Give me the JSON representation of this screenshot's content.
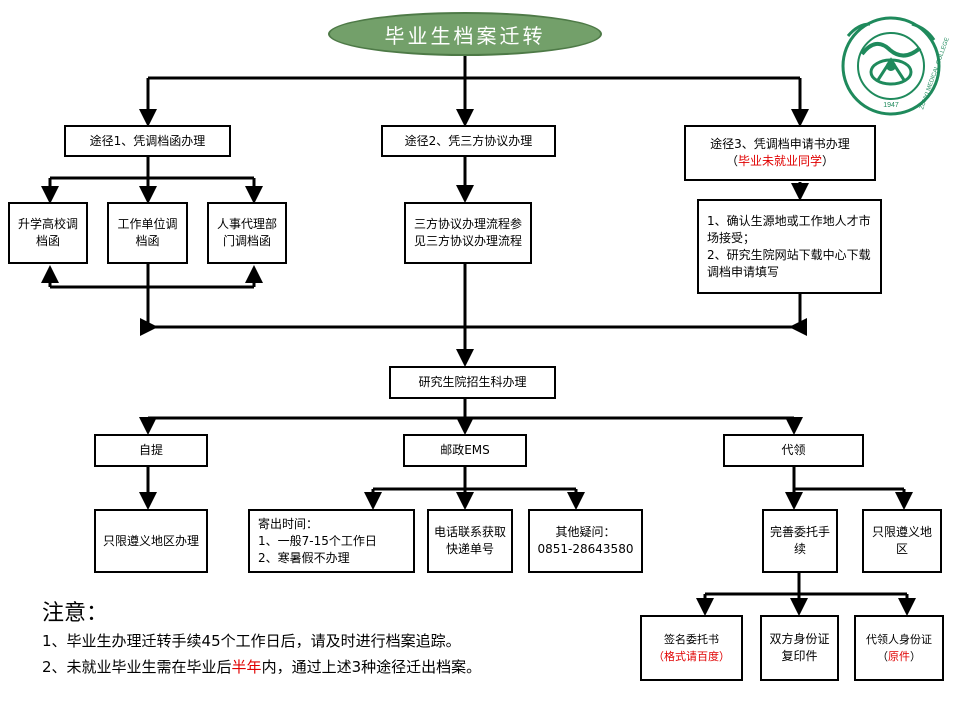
{
  "title": "毕业生档案迁转",
  "route1": {
    "label": "途径1、凭调档函办理",
    "options": [
      "升学高校调档函",
      "工作单位调档函",
      "人事代理部门调档函"
    ]
  },
  "route2": {
    "label": "途径2、凭三方协议办理",
    "detail": "三方协议办理流程参见三方协议办理流程"
  },
  "route3": {
    "label": "途径3、凭调档申请书办理",
    "label_note_open": "（",
    "label_note": "毕业未就业同学",
    "label_note_close": "）",
    "detail_line1": "1、确认生源地或工作地人才市场接受；",
    "detail_line2": "2、研究生院网站下载中心下载调档申请填写"
  },
  "center": "研究生院招生科办理",
  "methods": {
    "self": {
      "label": "自提",
      "detail": "只限遵义地区办理"
    },
    "ems": {
      "label": "邮政EMS",
      "sub1_title": "寄出时间：",
      "sub1_line1": "1、一般7-15个工作日",
      "sub1_line2": "2、寒暑假不办理",
      "sub2": "电话联系获取快递单号",
      "sub3_line1": "其他疑问：",
      "sub3_line2": "0851-28643580"
    },
    "proxy": {
      "label": "代领",
      "sub1": "完善委托手续",
      "sub2": "只限遵义地区",
      "req1_text": "签名委托书",
      "req1_note": "（格式请百度）",
      "req2": "双方身份证复印件",
      "req3_text": "代领人身份证",
      "req3_note_open": "（",
      "req3_note": "原件",
      "req3_note_close": "）"
    }
  },
  "notes": {
    "heading": "注意：",
    "line1": "1、毕业生办理迁转手续45个工作日后，请及时进行档案追踪。",
    "line2_pre": "2、未就业毕业生需在毕业后",
    "line2_red": "半年",
    "line2_post": "内，通过上述3种途径迁出档案。"
  },
  "logo": {
    "year": "1947",
    "english": "ZUNYI MEDICAL COLLEGE"
  },
  "colors": {
    "ellipse_fill": "#73a06a",
    "emphasis_red": "#e00000",
    "logo_green": "#1f8a5c"
  }
}
